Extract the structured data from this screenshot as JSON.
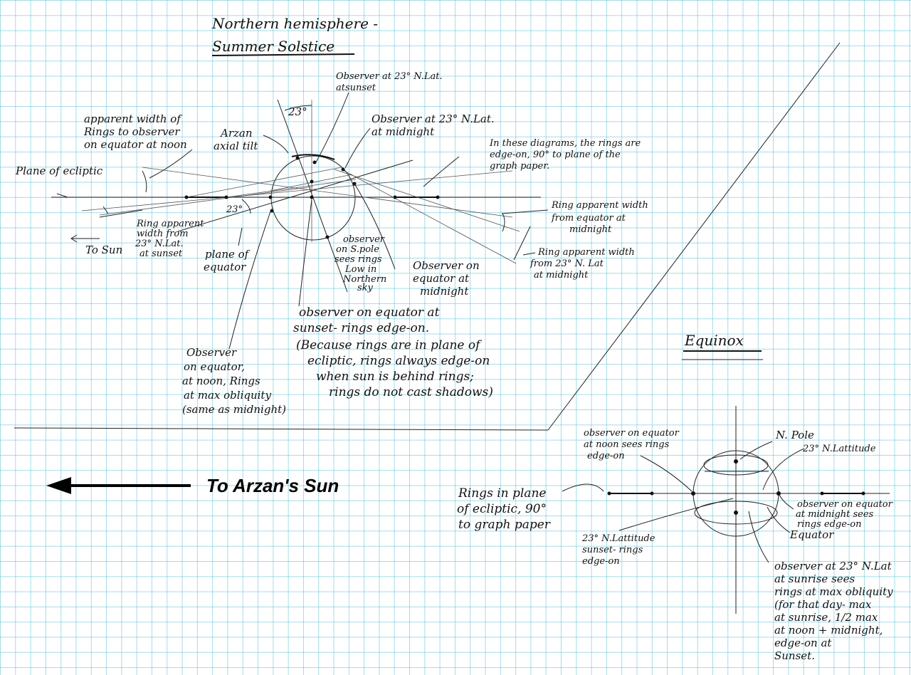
{
  "summer": {
    "title_line1": "Northern hemisphere -",
    "title_line2": "Summer Solstice",
    "labels": {
      "observer_23_sunset_1": "Observer at 23° N.Lat.",
      "observer_23_sunset_2": "atsunset",
      "angle_23_top": "23°",
      "observer_23_midnight_1": "Observer at 23° N.Lat.",
      "observer_23_midnight_2": "at midnight",
      "apparent_width_1": "apparent width of",
      "apparent_width_2": "Rings to observer",
      "apparent_width_3": "on equator at noon",
      "arzan_tilt_1": "Arzan",
      "arzan_tilt_2": "axial tilt",
      "edge_on_note_1": "In these diagrams, the rings are",
      "edge_on_note_2": "edge-on, 90° to plane of the",
      "edge_on_note_3": "graph paper.",
      "plane_ecliptic": "Plane of ecliptic",
      "angle_23_left": "23°",
      "ring_width_sunset_1": "Ring apparent",
      "ring_width_sunset_2": "width from",
      "ring_width_sunset_3": "23° N.Lat.",
      "ring_width_sunset_4": "at sunset",
      "to_sun": "To Sun",
      "plane_equator_1": "plane of",
      "plane_equator_2": "equator",
      "spole_1": "observer",
      "spole_2": "on S.pole",
      "spole_3": "sees rings",
      "spole_4": "Low in",
      "spole_5": "Northern",
      "spole_6": "sky",
      "eq_midnight_1": "Observer on",
      "eq_midnight_2": "equator at",
      "eq_midnight_3": "midnight",
      "rw_eq_mid_1": "Ring apparent width",
      "rw_eq_mid_2": "from equator at",
      "rw_eq_mid_3": "midnight",
      "rw_23_mid_1": "Ring apparent width",
      "rw_23_mid_2": "from 23° N. Lat",
      "rw_23_mid_3": "at midnight",
      "eq_sunset_1": "observer on equator at",
      "eq_sunset_2": "sunset- rings edge-on.",
      "eq_sunset_3": "(Because rings are in plane of",
      "eq_sunset_4": "ecliptic, rings always edge-on",
      "eq_sunset_5": "when sun is behind rings;",
      "eq_sunset_6": "rings do not cast shadows)",
      "eq_noon_1": "Observer",
      "eq_noon_2": "on equator,",
      "eq_noon_3": "at noon, Rings",
      "eq_noon_4": "at max obliquity",
      "eq_noon_5": "(same as midnight)"
    }
  },
  "bottom": {
    "to_sun_arrow": "To Arzan's Sun"
  },
  "equinox": {
    "title": "Equinox",
    "labels": {
      "noon_1": "observer on equator",
      "noon_2": "at noon sees rings",
      "noon_3": "edge-on",
      "npole": "N. Pole",
      "lat23": "23° N.Lattitude",
      "rings_plane_1": "Rings in plane",
      "rings_plane_2": "of ecliptic, 90°",
      "rings_plane_3": "to graph paper",
      "midnight_1": "observer on equator",
      "midnight_2": "at midnight sees",
      "midnight_3": "rings edge-on",
      "equator": "Equator",
      "sunset_1": "23° N.Lattitude",
      "sunset_2": "sunset- rings",
      "sunset_3": "edge-on",
      "sunrise_1": "observer at 23° N.Lat",
      "sunrise_2": "at sunrise sees",
      "sunrise_3": "rings at max obliquity",
      "sunrise_4": "(for that day- max",
      "sunrise_5": "at sunrise, 1/2 max",
      "sunrise_6": "at noon + midnight,",
      "sunrise_7": "edge-on at",
      "sunrise_8": "Sunset."
    }
  }
}
